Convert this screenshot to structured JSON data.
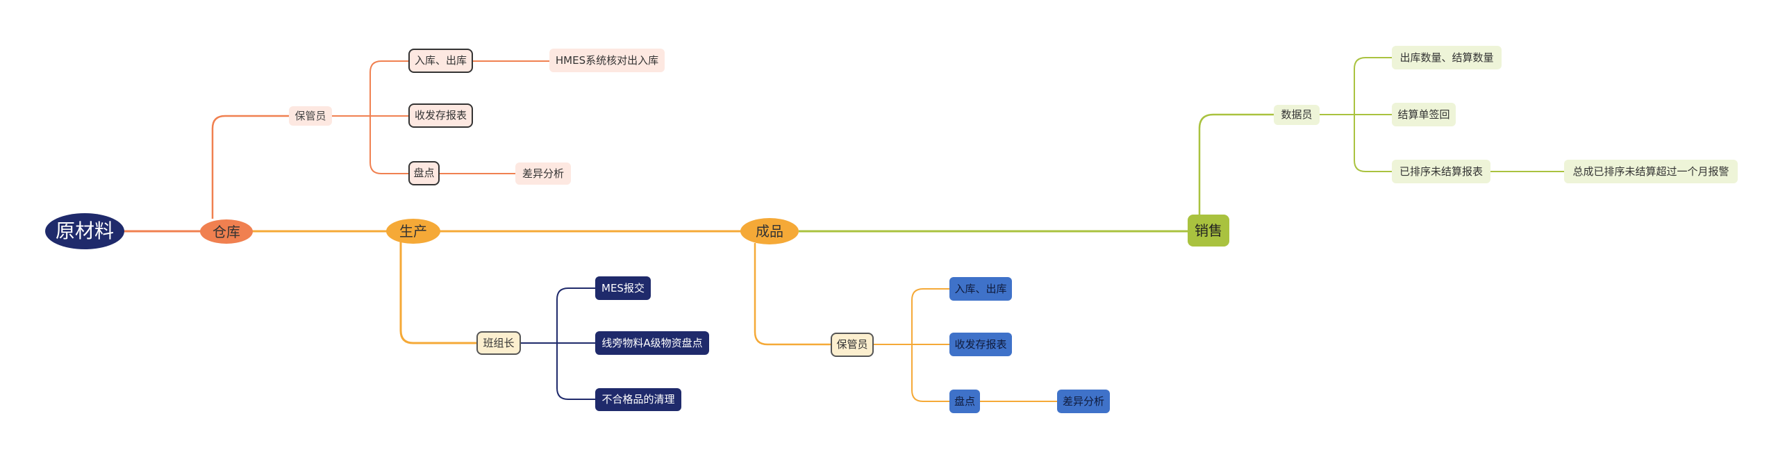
{
  "colors": {
    "root": "#1f2a6b",
    "warehouse": "#f08050",
    "production": "#f5a937",
    "finished": "#f5a937",
    "sales": "#a9c23f",
    "peach": "#fde8e1",
    "cream": "#fcefcf",
    "navy": "#1f2a6b",
    "blue": "#3f72c9",
    "lightgreen": "#eef4d8"
  },
  "nodes": {
    "root": "原材料",
    "warehouse": "仓库",
    "warehouse_keeper": "保管员",
    "wk_in_out": "入库、出库",
    "wk_hmes": "HMES系统核对出入库",
    "wk_report": "收发存报表",
    "wk_inventory": "盘点",
    "wk_variance": "差异分析",
    "production": "生产",
    "team_leader": "班组长",
    "tl_mes": "MES报交",
    "tl_line": "线旁物料A级物资盘点",
    "tl_defect": "不合格品的清理",
    "finished": "成品",
    "finished_keeper": "保管员",
    "fk_in_out": "入库、出库",
    "fk_report": "收发存报表",
    "fk_inventory": "盘点",
    "fk_variance": "差异分析",
    "sales": "销售",
    "data_clerk": "数据员",
    "dc_quantity": "出库数量、结算数量",
    "dc_receipt": "结算单签回",
    "dc_unsettled": "已排序未结算报表",
    "dc_alarm": "总成已排序未结算超过一个月报警"
  }
}
